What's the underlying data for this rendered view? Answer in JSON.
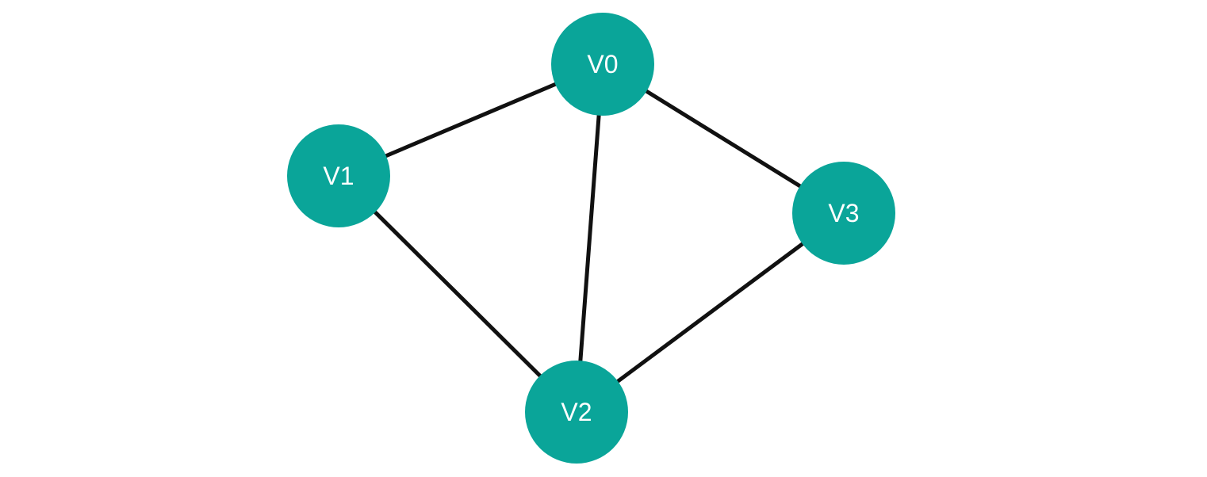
{
  "graph": {
    "type": "undirected-graph",
    "colors": {
      "node_fill": "#0aa599",
      "edge": "#111111",
      "label": "#ffffff",
      "background": "#ffffff"
    },
    "nodes": [
      {
        "id": "V0",
        "label": "V0"
      },
      {
        "id": "V1",
        "label": "V1"
      },
      {
        "id": "V2",
        "label": "V2"
      },
      {
        "id": "V3",
        "label": "V3"
      }
    ],
    "edges": [
      {
        "from": "V0",
        "to": "V1"
      },
      {
        "from": "V0",
        "to": "V2"
      },
      {
        "from": "V0",
        "to": "V3"
      },
      {
        "from": "V1",
        "to": "V2"
      },
      {
        "from": "V2",
        "to": "V3"
      }
    ]
  }
}
